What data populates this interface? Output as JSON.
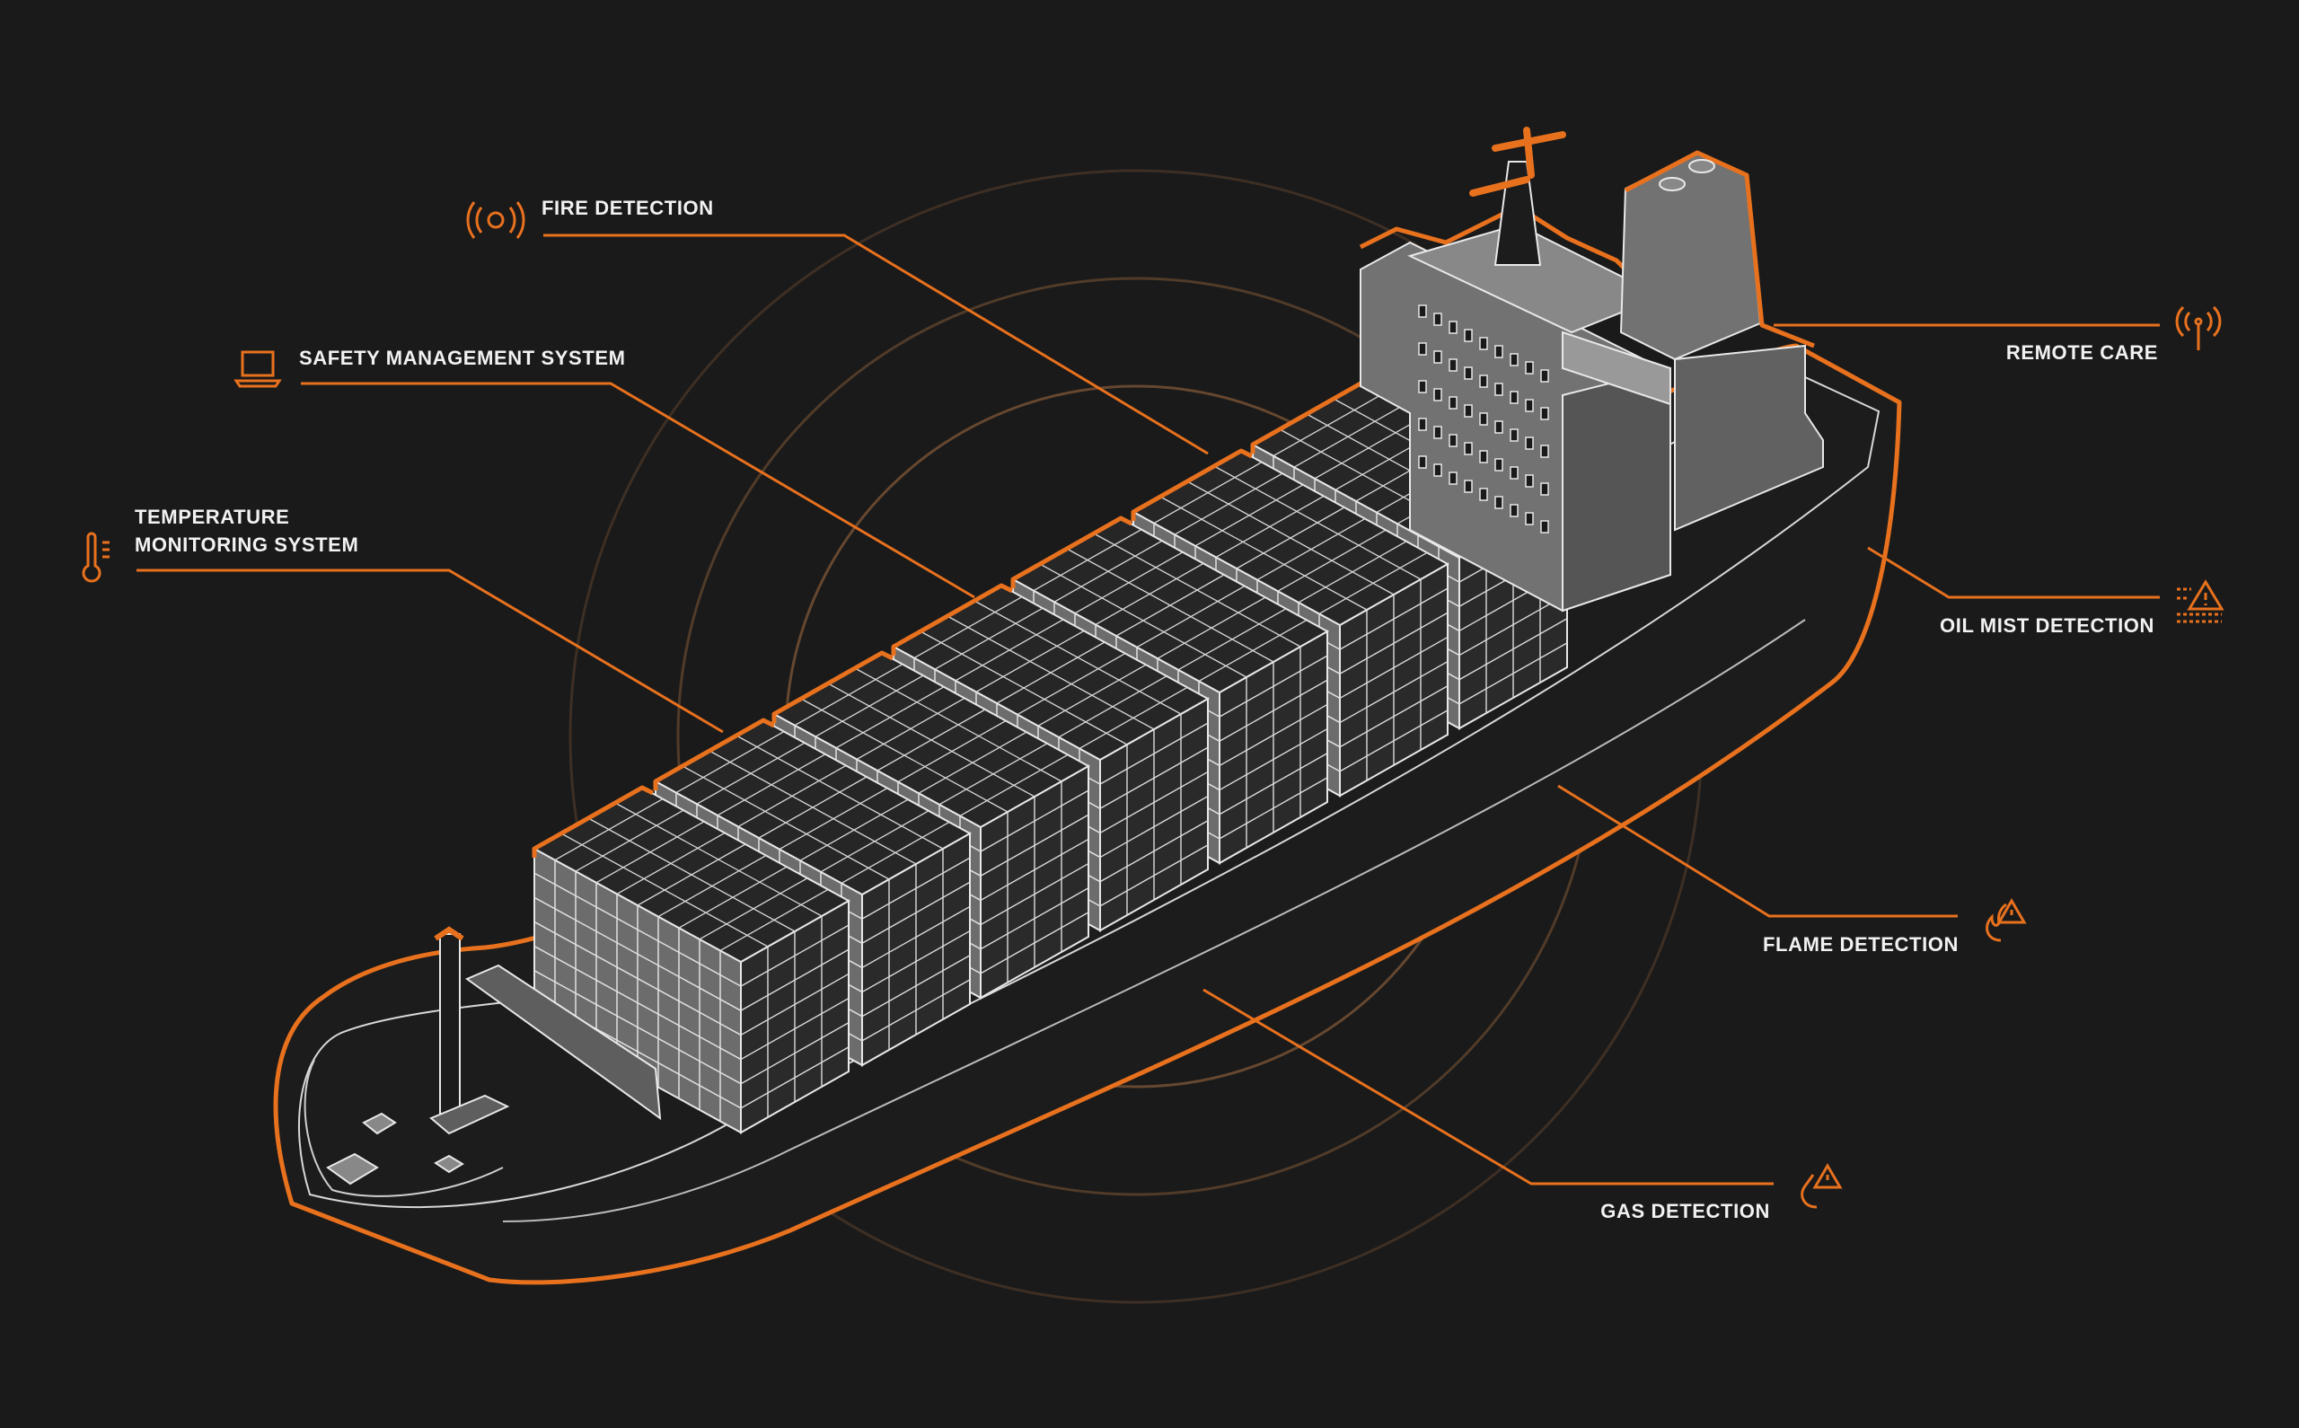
{
  "labels": {
    "fire_detection": "FIRE DETECTION",
    "safety_management": "SAFETY MANAGEMENT SYSTEM",
    "temperature_line1": "TEMPERATURE",
    "temperature_line2": "MONITORING SYSTEM",
    "remote_care": "REMOTE CARE",
    "oil_mist": "OIL MIST DETECTION",
    "flame_detection": "FLAME DETECTION",
    "gas_detection": "GAS DETECTION"
  },
  "colors": {
    "background": "#1a1a1a",
    "accent": "#e8711e",
    "line": "#e0e0e0",
    "fill": "#6e6e6e",
    "ring": "#6a4a30",
    "text": "#f2f2f2"
  },
  "icons": {
    "fire_detection": "fire-alarm-icon",
    "safety_management": "laptop-icon",
    "temperature": "thermometer-icon",
    "remote_care": "antenna-icon",
    "oil_mist": "oil-mist-warning-icon",
    "flame_detection": "flame-warning-icon",
    "gas_detection": "gas-warning-icon"
  }
}
